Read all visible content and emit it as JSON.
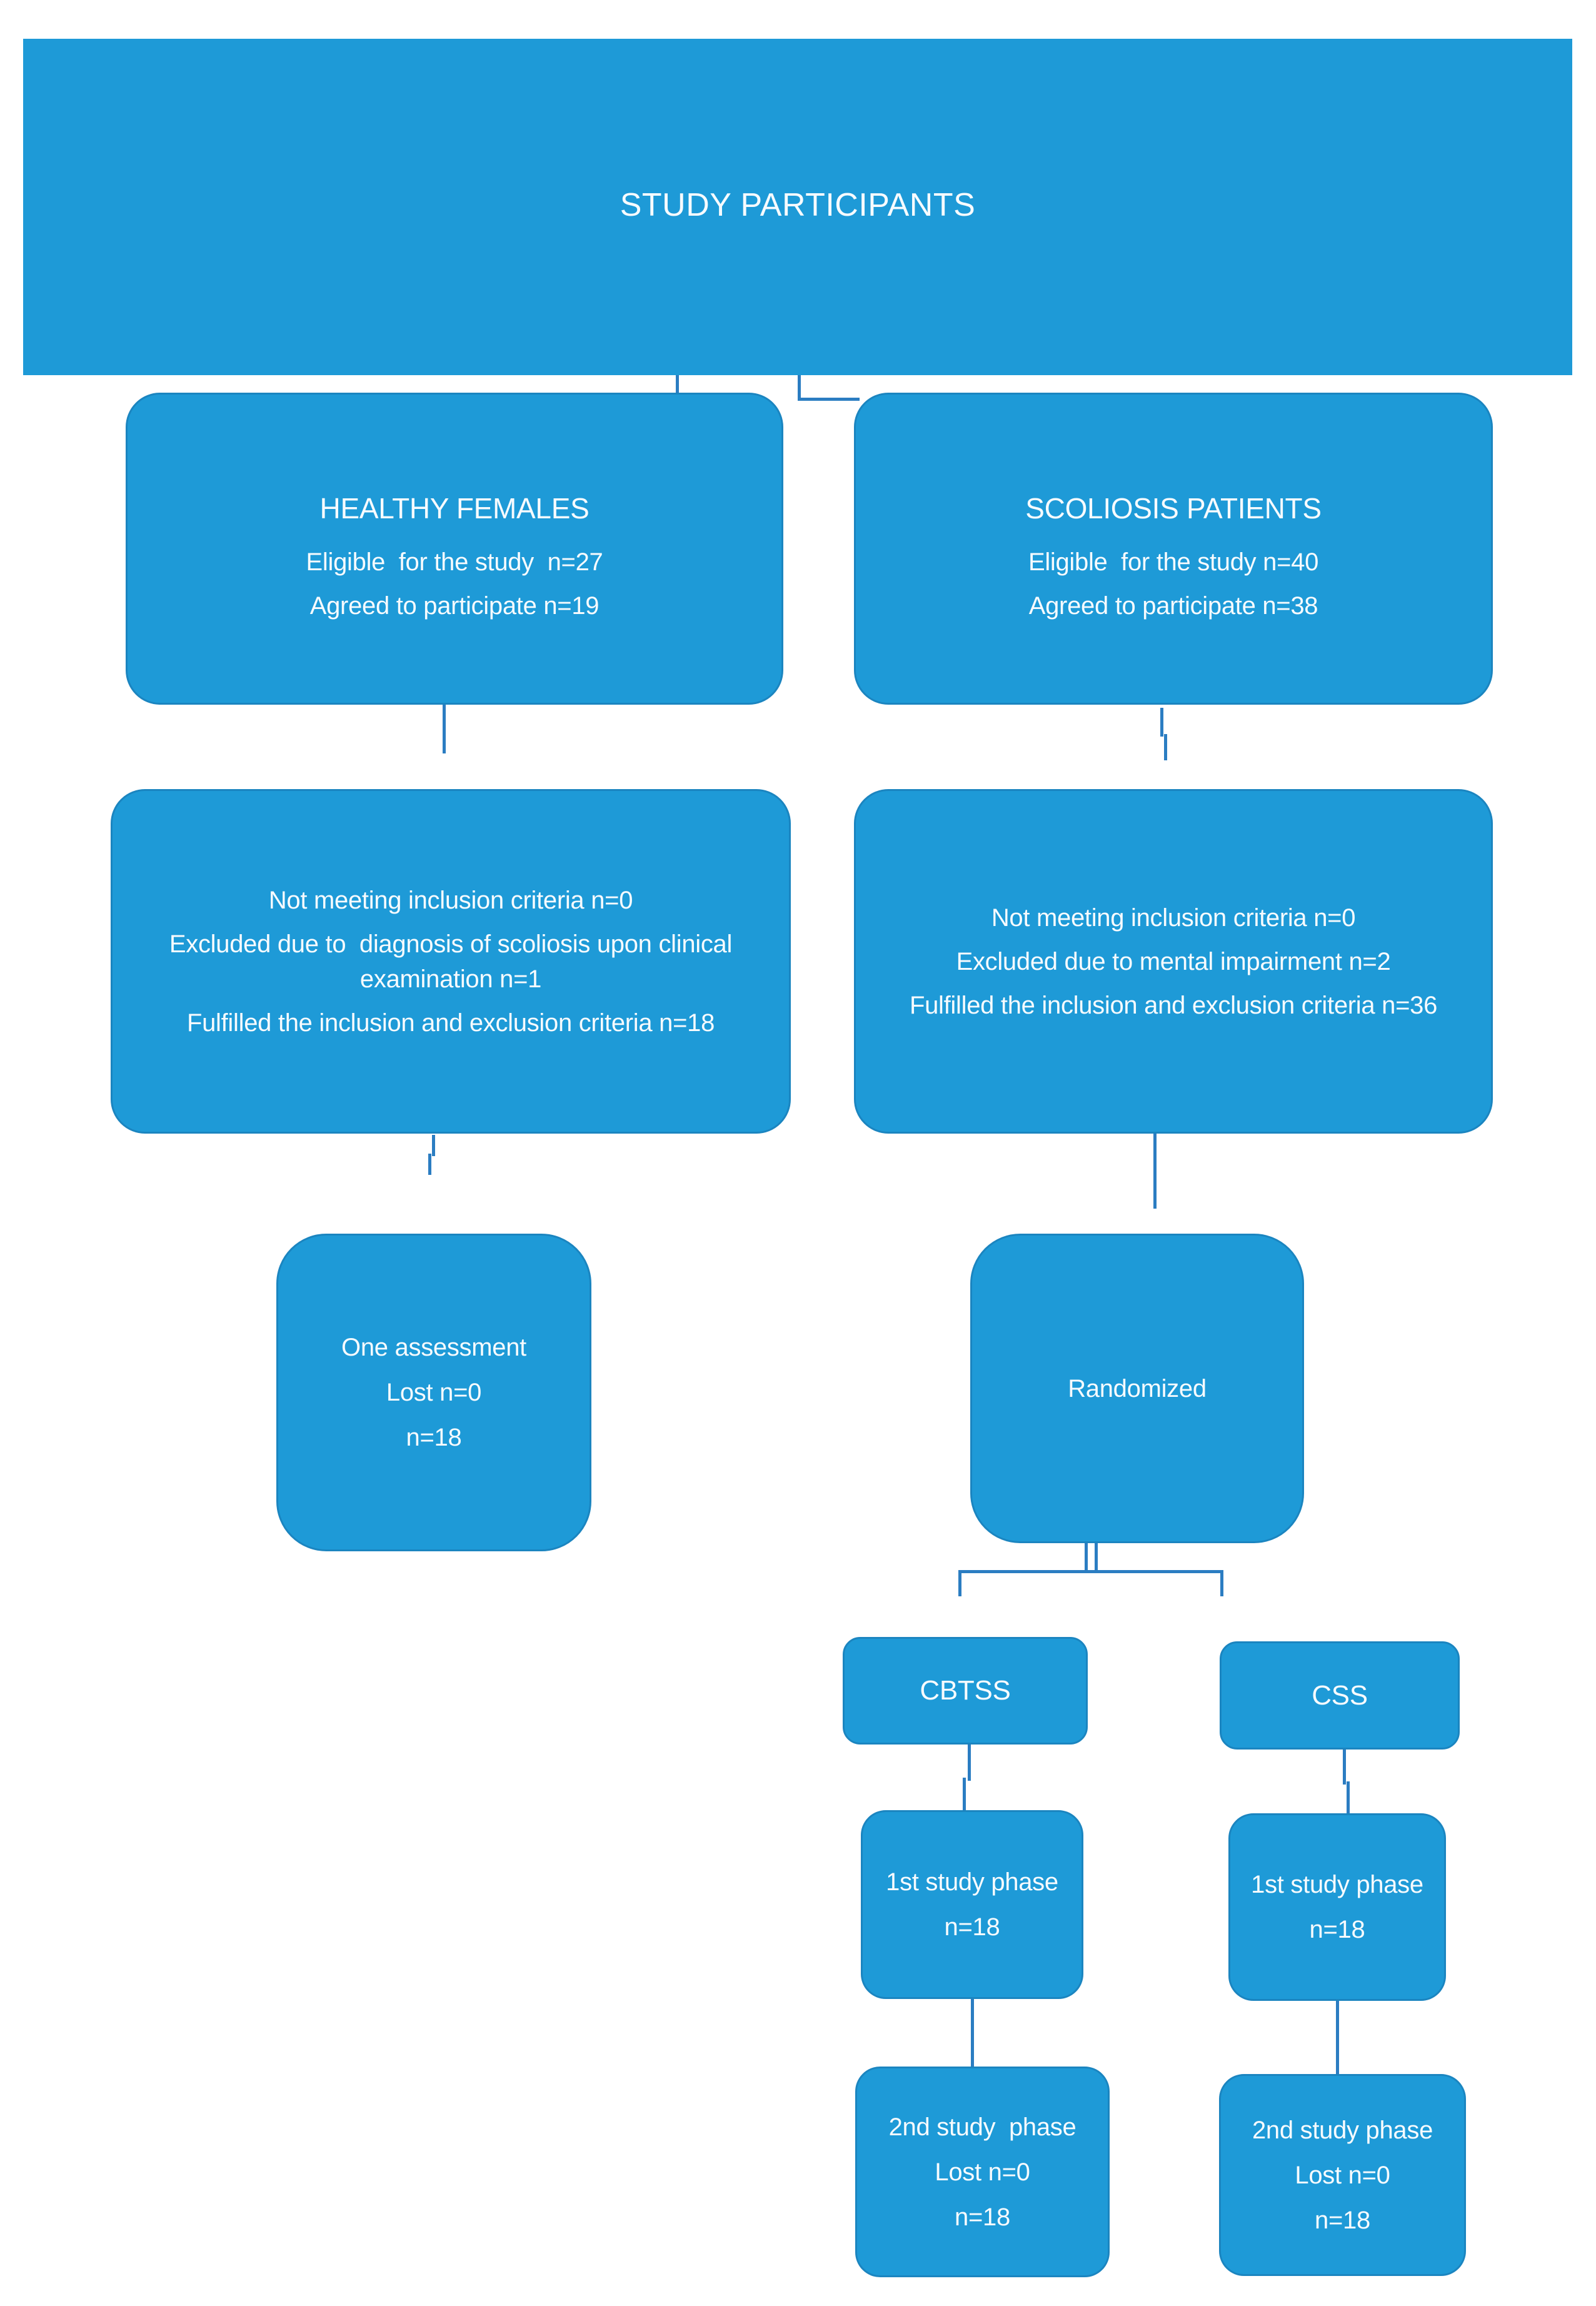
{
  "colors": {
    "box_fill": "#1e9ad7",
    "box_border": "#1b85c0",
    "connector": "#2b7dc2",
    "text": "#f7fbfe",
    "background": "#ffffff"
  },
  "banner": {
    "title": "STUDY PARTICIPANTS"
  },
  "healthy": {
    "heading": "HEALTHY FEMALES",
    "lines": [
      "Eligible  for the study  n=27",
      "Agreed to participate n=19"
    ]
  },
  "scoliosis": {
    "heading": "SCOLIOSIS PATIENTS",
    "lines": [
      "Eligible  for the study n=40",
      "Agreed to participate n=38"
    ]
  },
  "healthy_screening": {
    "lines": [
      "Not meeting inclusion criteria n=0",
      "Excluded due to  diagnosis of scoliosis upon clinical examination n=1",
      "Fulfilled the inclusion and exclusion criteria n=18"
    ]
  },
  "scoliosis_screening": {
    "lines": [
      "Not meeting inclusion criteria n=0",
      "Excluded due to mental impairment n=2",
      "Fulfilled the inclusion and exclusion criteria n=36"
    ]
  },
  "one_assessment": {
    "lines": [
      "One assessment",
      "Lost n=0",
      "n=18"
    ]
  },
  "randomized": {
    "label": "Randomized"
  },
  "cbtss": {
    "label": "CBTSS"
  },
  "css": {
    "label": "CSS"
  },
  "cbtss_phase1": {
    "lines": [
      "1st study phase",
      "n=18"
    ]
  },
  "css_phase1": {
    "lines": [
      "1st study phase",
      "n=18"
    ]
  },
  "cbtss_phase2": {
    "lines": [
      "2nd study  phase",
      "Lost n=0",
      "n=18"
    ]
  },
  "css_phase2": {
    "lines": [
      "2nd study phase",
      "Lost n=0",
      "n=18"
    ]
  }
}
